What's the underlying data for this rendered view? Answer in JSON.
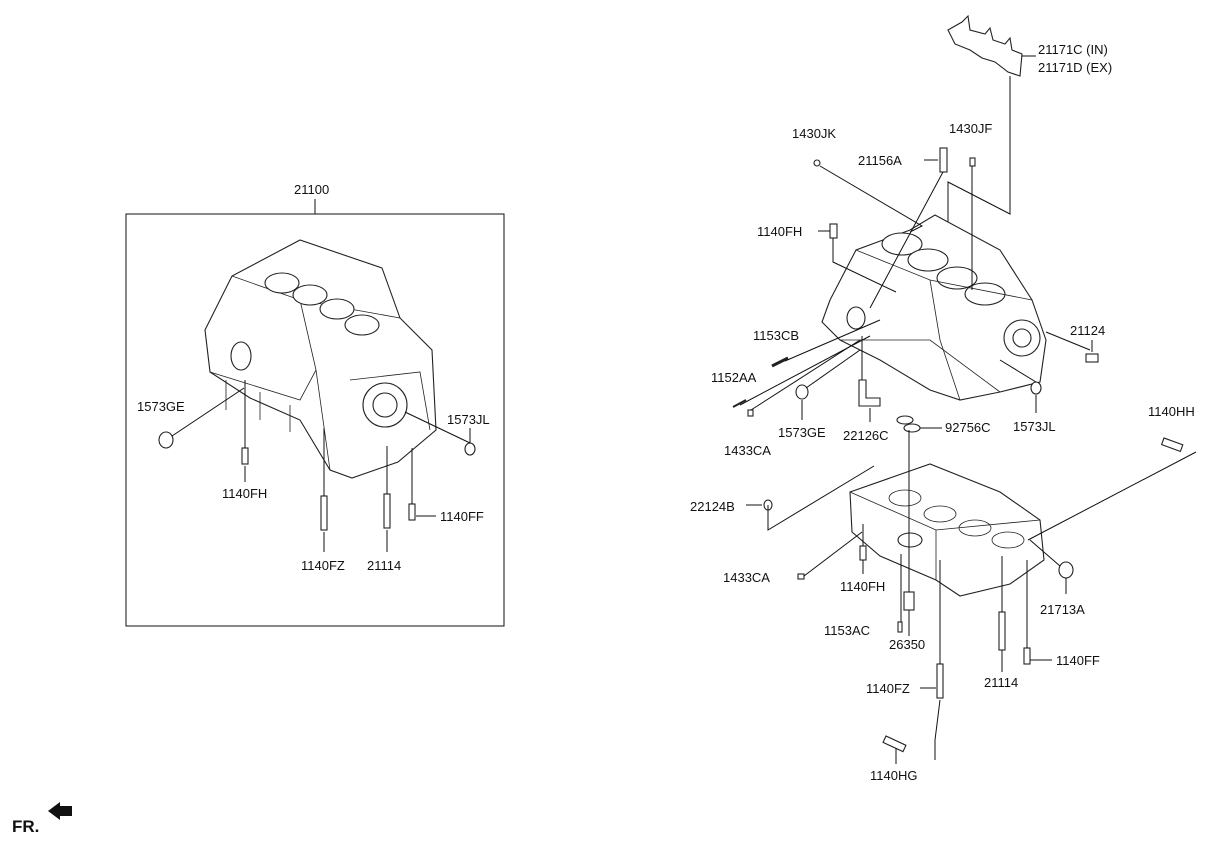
{
  "diagram": {
    "title": "Cylinder Block Parts Diagram",
    "assembly_label": "21100",
    "direction": {
      "label": "FR."
    },
    "left_callouts": {
      "c1573GE": "1573GE",
      "c1140FH": "1140FH",
      "c1140FZ": "1140FZ",
      "c21114": "21114",
      "c1140FF": "1140FF",
      "c1573JL": "1573JL"
    },
    "right_callouts": {
      "c21171C": "21171C (IN)",
      "c21171D": "21171D (EX)",
      "c1430JK": "1430JK",
      "c1430JF": "1430JF",
      "c21156A": "21156A",
      "c1140FH_top": "1140FH",
      "c1153CB": "1153CB",
      "c1152AA": "1152AA",
      "c1433CA_top": "1433CA",
      "c1573GE": "1573GE",
      "c22126C": "22126C",
      "c92756C": "92756C",
      "c1573JL": "1573JL",
      "c21124": "21124",
      "c1140HH": "1140HH",
      "c22124B": "22124B",
      "c1433CA_bot": "1433CA",
      "c1140FH_bot": "1140FH",
      "c1153AC": "1153AC",
      "c26350": "26350",
      "c21713A": "21713A",
      "c21114": "21114",
      "c1140FF": "1140FF",
      "c1140FZ": "1140FZ",
      "c1140HG": "1140HG"
    }
  }
}
